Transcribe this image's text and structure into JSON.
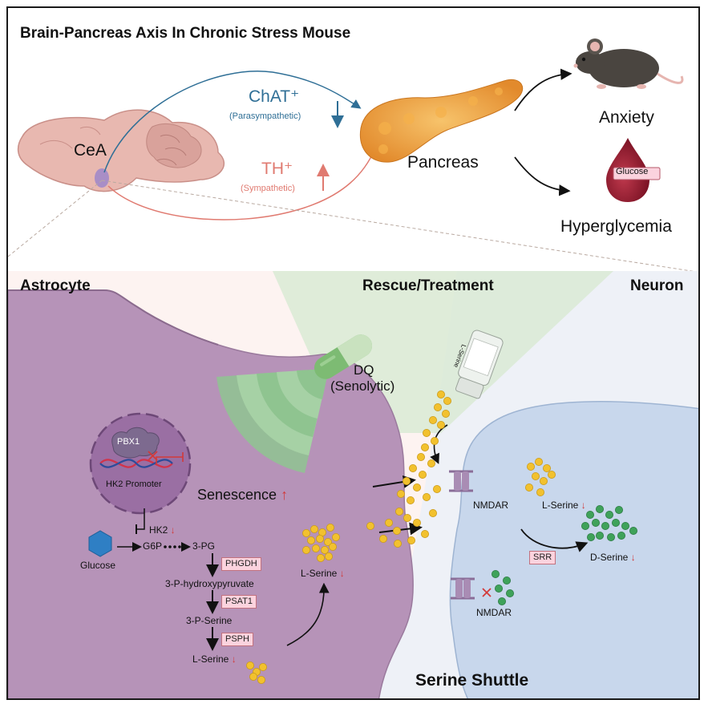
{
  "top": {
    "title": "Brain-Pancreas Axis In Chronic Stress Mouse",
    "region": "CeA",
    "chat": "ChAT⁺",
    "chat_sub": "(Parasympathetic)",
    "th": "TH⁺",
    "th_sub": "(Sympathetic)",
    "pancreas": "Pancreas",
    "anxiety": "Anxiety",
    "glucose_tag": "Glucose",
    "hyperglycemia": "Hyperglycemia"
  },
  "bottom": {
    "astrocyte": "Astrocyte",
    "rescue": "Rescue/Treatment",
    "neuron": "Neuron",
    "serine_shuttle": "Serine Shuttle",
    "dq": "DQ",
    "dq_sub": "(Senolytic)",
    "bottle_label": "L-Serine",
    "pbx1": "PBX1",
    "hk2_promoter": "HK2 Promoter",
    "senescence": "Senescence",
    "glucose": "Glucose",
    "hk2": "HK2",
    "g6p": "G6P",
    "pg3": "3-PG",
    "phgdh": "PHGDH",
    "hydroxypyruvate": "3-P-hydroxypyruvate",
    "psat1": "PSAT1",
    "pserine": "3-P-Serine",
    "psph": "PSPH",
    "lserine_left": "L-Serine",
    "lserine_mid": "L-Serine",
    "nmdar_top": "NMDAR",
    "lserine_neuron": "L-Serine",
    "srr": "SRR",
    "dserine": "D-Serine",
    "nmdar_bottom": "NMDAR"
  },
  "colors": {
    "parasympathetic": "#2f6f96",
    "sympathetic": "#e07a70",
    "astrocyte": "#b693b8",
    "neuron": "#c8d7ec",
    "serine": "#f2c12e",
    "d_serine": "#3fa25a",
    "down_arrow": "#d23a3a"
  },
  "icons": [
    "brain-icon",
    "pancreas-icon",
    "mouse-icon",
    "blood-drop-icon",
    "dq-capsule-icon",
    "l-serine-bottle-icon",
    "dna-icon",
    "glucose-hexagon-icon",
    "nmdar-receptor-icon"
  ]
}
